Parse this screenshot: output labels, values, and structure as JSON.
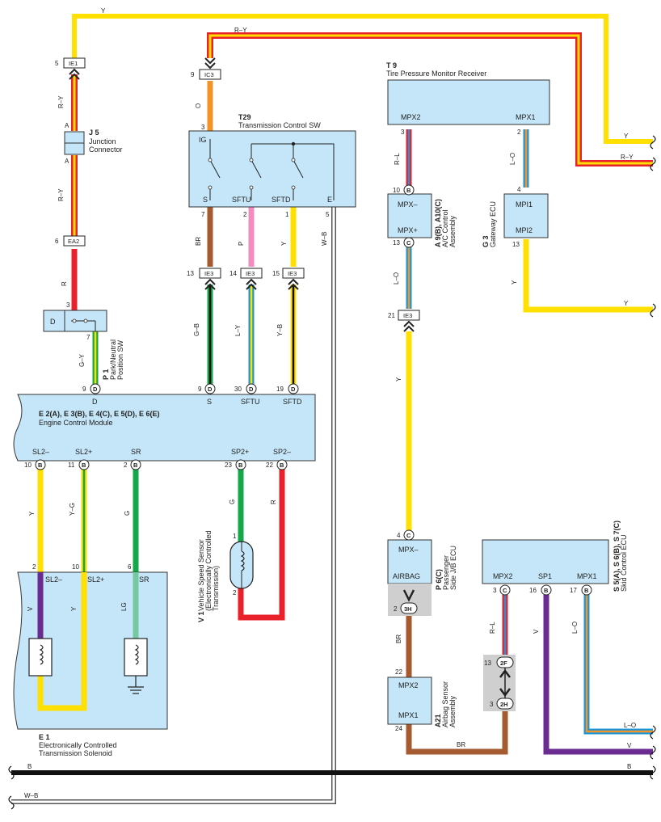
{
  "colors": {
    "Y": "#ffe000",
    "R": "#e8212b",
    "O": "#f29427",
    "BR": "#a55a2f",
    "P": "#f28cc0",
    "G": "#14a84a",
    "V": "#6a2c91",
    "LG": "#76c8a0",
    "L": "#1d95d6",
    "B": "#111111",
    "W": "#ffffff",
    "box": "#c5e6f8"
  },
  "components": {
    "t29": {
      "id": "T29",
      "name": "Transmission Control SW",
      "pins": {
        "ig": "IG",
        "s": "S",
        "sftu": "SFTU",
        "sftd": "SFTD",
        "e": "E"
      }
    },
    "j5": {
      "id": "J 5",
      "name1": "Junction",
      "name2": "Connector"
    },
    "p1": {
      "id": "P 1",
      "name1": "Park/Neutral",
      "name2": "Position SW",
      "pin": "D"
    },
    "ecm": {
      "id": "E 2(A), E 3(B), E 4(C), E 5(D), E 6(E)",
      "name": "Engine Control Module",
      "pins": {
        "d": "D",
        "s": "S",
        "sftu": "SFTU",
        "sftd": "SFTD",
        "sl2m": "SL2–",
        "sl2p": "SL2+",
        "sr": "SR",
        "sp2p": "SP2+",
        "sp2m": "SP2–"
      }
    },
    "e1": {
      "id": "E 1",
      "name1": "Electronically Controlled",
      "name2": "Transmission Solenoid",
      "pins": {
        "sl2m": "SL2–",
        "sl2p": "SL2+",
        "sr": "SR"
      }
    },
    "v1": {
      "id": "V 1",
      "name1": "Vehicle Speed Sensor",
      "name2": "(Electronically Controlled",
      "name3": "Transmission)"
    },
    "t9": {
      "id": "T 9",
      "name": "Tire Pressure Monitor Receiver",
      "pins": {
        "mpx2": "MPX2",
        "mpx1": "MPX1"
      }
    },
    "a9": {
      "id": "A 9(B), A10(C)",
      "name1": "A/C Control",
      "name2": "Assembly",
      "pins": {
        "mpxm": "MPX–",
        "mpxp": "MPX+"
      }
    },
    "g3": {
      "id": "G 3",
      "name": "Gateway ECU",
      "pins": {
        "mpi1": "MPI1",
        "mpi2": "MPI2"
      }
    },
    "p6": {
      "id": "P 6(C)",
      "name1": "Passenger",
      "name2": "Side J/B ECU",
      "pins": {
        "mpxm": "MPX–",
        "airbag": "AIRBAG"
      }
    },
    "a21": {
      "id": "A21",
      "name1": "Airbag Sensor",
      "name2": "Assembly",
      "pins": {
        "mpx2": "MPX2",
        "mpx1": "MPX1"
      }
    },
    "s5": {
      "id": "S 5(A), S 6(B), S 7(C)",
      "name": "Skid Control ECU",
      "pins": {
        "mpx2": "MPX2",
        "sp1": "SP1",
        "mpx1": "MPX1"
      }
    }
  },
  "connectors": {
    "ie1": "IE1",
    "ic3": "IC3",
    "ea2": "EA2",
    "ie3": "IE3",
    "b": "B",
    "c": "C",
    "d": "D",
    "c3h": "3H",
    "c2f": "2F",
    "c2h": "2H"
  },
  "pin_numbers": {
    "n1": "1",
    "n2": "2",
    "n3": "3",
    "n4": "4",
    "n5": "5",
    "n6": "6",
    "n7": "7",
    "n9": "9",
    "n10": "10",
    "n11": "11",
    "n13": "13",
    "n14": "14",
    "n15": "15",
    "n16": "16",
    "n17": "17",
    "n19": "19",
    "n21": "21",
    "n22": "22",
    "n23": "23",
    "n24": "24",
    "n30": "30"
  },
  "wire_labels": {
    "y": "Y",
    "ry": "R–Y",
    "r": "R",
    "o": "O",
    "br": "BR",
    "p": "P",
    "wb": "W–B",
    "gy": "G–Y",
    "gb": "G–B",
    "ly": "L–Y",
    "yb": "Y–B",
    "g": "G",
    "yg": "Y–G",
    "v": "V",
    "lg": "LG",
    "rl": "R–L",
    "lo": "L–O",
    "b": "B",
    "j5a": "A"
  }
}
